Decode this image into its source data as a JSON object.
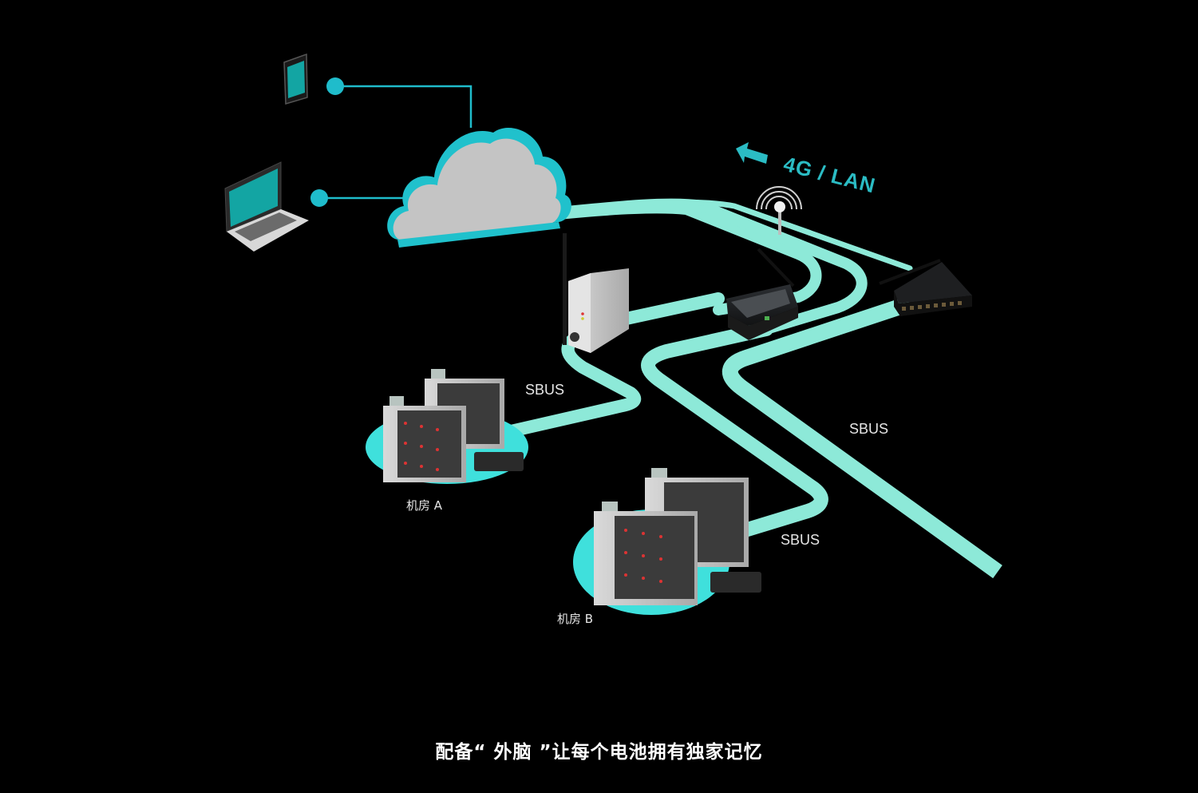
{
  "colors": {
    "background": "#000000",
    "cable": "#8de9d8",
    "accent": "#1fbccb",
    "cloud_fill": "#c4c4c4",
    "cloud_rim": "#20c1cc",
    "platform": "#3fe0dc",
    "text": "#e6e6e6",
    "protocol_text": "#2bbcc4"
  },
  "clients": [
    {
      "name": "tablet",
      "icon": "tablet-icon"
    },
    {
      "name": "laptop",
      "icon": "laptop-icon"
    }
  ],
  "cloud": {
    "icon": "cloud-icon"
  },
  "uplink": {
    "label": "4G / LAN",
    "arrow_icon": "arrow-left-icon",
    "antenna_icon": "wireless-antenna-icon"
  },
  "devices": [
    {
      "name": "wireless-collector",
      "icon": "wireless-collector-icon"
    },
    {
      "name": "touchscreen-gateway",
      "icon": "touchscreen-gateway-icon"
    },
    {
      "name": "network-switch",
      "icon": "network-switch-icon"
    }
  ],
  "bus_labels": [
    "SBUS",
    "SBUS",
    "SBUS"
  ],
  "rooms": [
    {
      "label": "机房 A",
      "icon": "battery-cabinet-icon"
    },
    {
      "label": "机房 B",
      "icon": "battery-cabinet-icon"
    }
  ],
  "caption": "配备“ 外脑 ”让每个电池拥有独家记忆"
}
